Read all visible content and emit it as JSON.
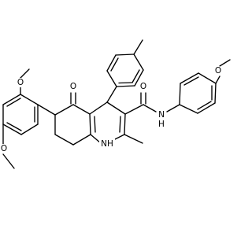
{
  "molecule": {
    "atoms": {
      "oxo_o": "O",
      "amide_o": "O",
      "amide_nh": "N",
      "amide_h": "H",
      "ring_nh": "NH",
      "methoxy_o_para": "O",
      "methoxy_o_3": "O",
      "methoxy_o_4": "O"
    }
  }
}
